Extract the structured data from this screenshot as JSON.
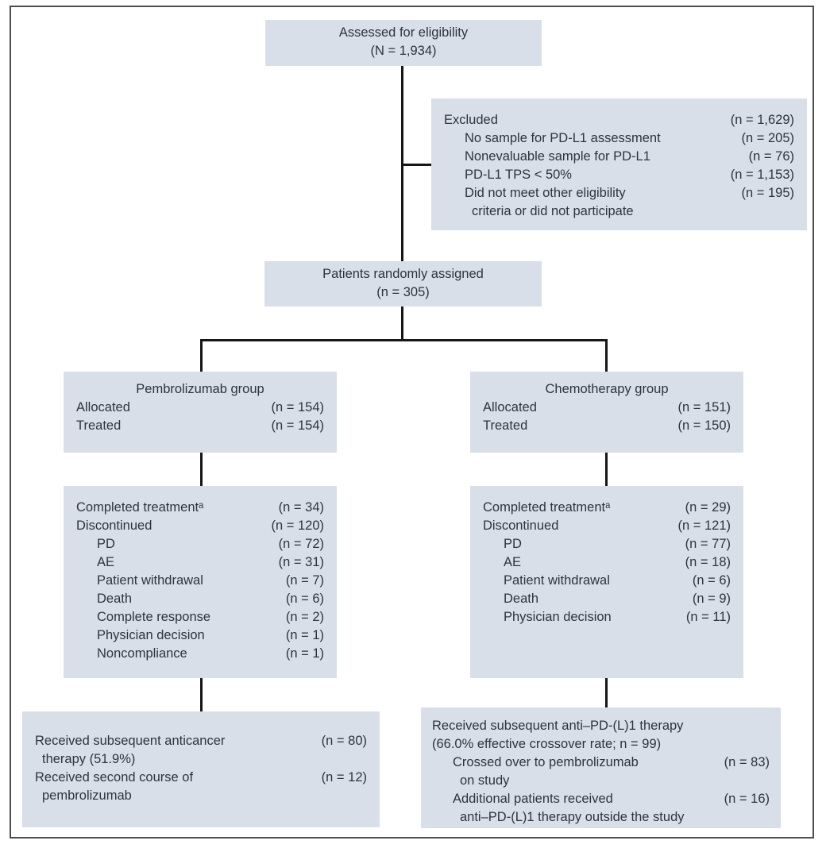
{
  "colors": {
    "box_fill": "#d9dfe8",
    "text": "#2c343d",
    "line": "#161616",
    "frame_border": "#4e4e4e",
    "background": "#ffffff"
  },
  "boxes": {
    "assessed": {
      "line1": "Assessed for eligibility",
      "line2": "(N = 1,934)"
    },
    "excluded": {
      "rows": [
        {
          "label": "Excluded",
          "value": "(n = 1,629)",
          "indent": 0
        },
        {
          "label": "No sample for PD-L1 assessment",
          "value": "(n = 205)",
          "indent": 1
        },
        {
          "label": "Nonevaluable sample for PD-L1",
          "value": "(n = 76)",
          "indent": 1
        },
        {
          "label": "PD-L1 TPS < 50%",
          "value": "(n = 1,153)",
          "indent": 1
        },
        {
          "label": "Did not meet other eligibility",
          "value": "(n = 195)",
          "indent": 1
        },
        {
          "label": "criteria or did not participate",
          "value": "",
          "indent": 1.35
        }
      ]
    },
    "randomized": {
      "line1": "Patients randomly assigned",
      "line2": "(n = 305)"
    },
    "pembro_group": {
      "title": "Pembrolizumab group",
      "rows": [
        {
          "label": "Allocated",
          "value": "(n = 154)",
          "indent": 0
        },
        {
          "label": "Treated",
          "value": "(n = 154)",
          "indent": 0
        }
      ]
    },
    "chemo_group": {
      "title": "Chemotherapy group",
      "rows": [
        {
          "label": "Allocated",
          "value": "(n = 151)",
          "indent": 0
        },
        {
          "label": "Treated",
          "value": "(n = 150)",
          "indent": 0
        }
      ]
    },
    "pembro_outcome": {
      "rows": [
        {
          "label": "Completed treatmentᵃ",
          "value": "(n = 34)",
          "indent": 0
        },
        {
          "label": "Discontinued",
          "value": "(n = 120)",
          "indent": 0
        },
        {
          "label": "PD",
          "value": "(n = 72)",
          "indent": 1
        },
        {
          "label": "AE",
          "value": "(n = 31)",
          "indent": 1
        },
        {
          "label": "Patient withdrawal",
          "value": "(n = 7)",
          "indent": 1
        },
        {
          "label": "Death",
          "value": "(n = 6)",
          "indent": 1
        },
        {
          "label": "Complete response",
          "value": "(n = 2)",
          "indent": 1
        },
        {
          "label": "Physician decision",
          "value": "(n = 1)",
          "indent": 1
        },
        {
          "label": "Noncompliance",
          "value": "(n = 1)",
          "indent": 1
        }
      ]
    },
    "chemo_outcome": {
      "rows": [
        {
          "label": "Completed treatmentᵃ",
          "value": "(n = 29)",
          "indent": 0
        },
        {
          "label": "Discontinued",
          "value": "(n = 121)",
          "indent": 0
        },
        {
          "label": "PD",
          "value": "(n = 77)",
          "indent": 1
        },
        {
          "label": "AE",
          "value": "(n = 18)",
          "indent": 1
        },
        {
          "label": "Patient withdrawal",
          "value": "(n = 6)",
          "indent": 1
        },
        {
          "label": "Death",
          "value": "(n = 9)",
          "indent": 1
        },
        {
          "label": "Physician decision",
          "value": "(n = 11)",
          "indent": 1
        }
      ]
    },
    "pembro_subsequent": {
      "rows": [
        {
          "label": "Received subsequent anticancer",
          "value": "(n = 80)",
          "indent": 0
        },
        {
          "label": "therapy (51.9%)",
          "value": "",
          "indent": 0.35
        },
        {
          "label": "Received second course of",
          "value": "(n = 12)",
          "indent": 0
        },
        {
          "label": "pembrolizumab",
          "value": "",
          "indent": 0.35
        }
      ]
    },
    "chemo_subsequent": {
      "rows": [
        {
          "label": "Received subsequent anti–PD-(L)1 therapy",
          "value": "",
          "indent": 0
        },
        {
          "label": "(66.0% effective crossover rate; n = 99)",
          "value": "",
          "indent": 0
        },
        {
          "label": "Crossed over to pembrolizumab",
          "value": "(n = 83)",
          "indent": 1
        },
        {
          "label": "on study",
          "value": "",
          "indent": 1.35
        },
        {
          "label": "Additional patients received",
          "value": "(n = 16)",
          "indent": 1
        },
        {
          "label": "anti–PD-(L)1 therapy outside the study",
          "value": "",
          "indent": 1.35
        }
      ]
    }
  }
}
